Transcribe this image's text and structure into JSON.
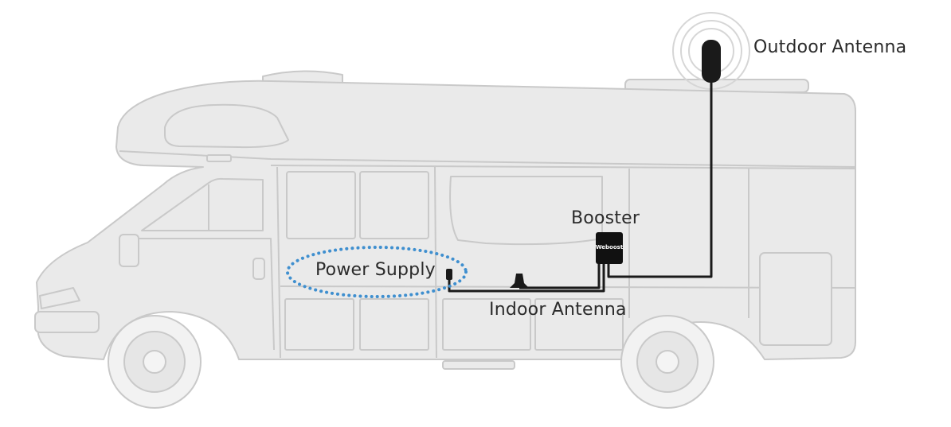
{
  "labels": {
    "outdoor_antenna": "Outdoor Antenna",
    "booster": "Booster",
    "power_supply": "Power Supply",
    "indoor_antenna": "Indoor Antenna"
  },
  "booster_brand": "Weboost",
  "colors": {
    "vehicle_fill": "#eaeaea",
    "vehicle_stroke": "#c9c9c9",
    "cable": "#1a1a1a",
    "power_highlight": "#3f8fcf",
    "label_text": "#2b2b2b"
  }
}
